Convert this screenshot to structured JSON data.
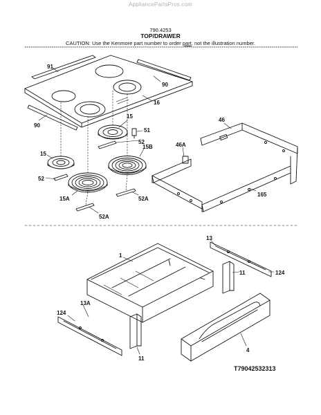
{
  "watermark": "AppliancePartsPros.com",
  "model": "790.4253",
  "section_title": "TOP/DRAWER",
  "caution": {
    "before": "CAUTION: Use the Kenmore part number to order ",
    "underlined": "part",
    "after": ", not the illustration number."
  },
  "labels": {
    "p91": "91",
    "p90a": "90",
    "p90b": "90",
    "p16": "16",
    "p15a": "15",
    "p15b": "15",
    "p51": "51",
    "p52a": "52",
    "p52b": "52",
    "p15B": "15B",
    "p15A": "15A",
    "p52Aa": "52A",
    "p52Ab": "52A",
    "p46": "46",
    "p46A": "46A",
    "p165": "165",
    "p1": "1",
    "p13": "13",
    "p11a": "11",
    "p11b": "11",
    "p124a": "124",
    "p124b": "124",
    "p13A": "13A",
    "p4": "4"
  },
  "footer_id": "T79042532313"
}
